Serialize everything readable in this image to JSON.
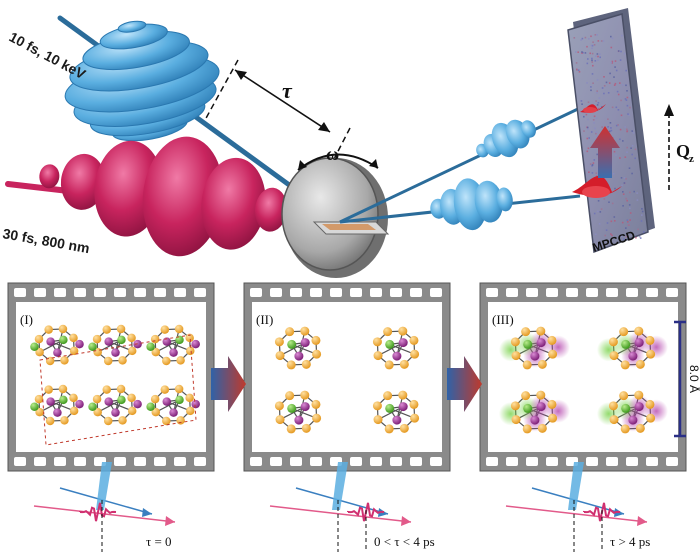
{
  "labels": {
    "xray_pulse": "10 fs, 10 keV",
    "laser_pulse": "30 fs, 800 nm",
    "delay": "τ",
    "rotation": "ω",
    "detector": "MPCCD",
    "momentum": "Q",
    "momentum_sub": "z"
  },
  "frames": [
    {
      "roman": "(I)",
      "delay_caption": "τ = 0"
    },
    {
      "roman": "(II)",
      "delay_caption": "0 < τ < 4 ps"
    },
    {
      "roman": "(III)",
      "delay_caption": "τ > 4 ps"
    }
  ],
  "scale_bar": {
    "label": "8.0 Å"
  },
  "colors": {
    "xray": "#5aaee0",
    "laser": "#c8245e",
    "atom_gold": "#f3a93a",
    "atom_purple": "#9a2b93",
    "atom_green": "#5fb336",
    "arrow_red": "#c0392b",
    "arrow_blue": "#3a6fb0",
    "scale_bar": "#2a2f86"
  },
  "icons": [
    "xray-pulse-icon",
    "laser-pulse-icon",
    "sample-disk-icon",
    "detector-icon",
    "film-frame-icon",
    "process-arrow-icon"
  ]
}
